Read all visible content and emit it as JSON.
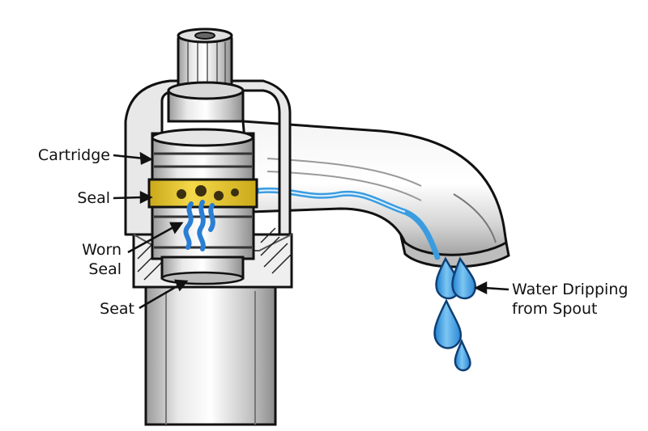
{
  "labels": {
    "cartridge": "Cartridge",
    "seal": "Seal",
    "worn_seal_line1": "Worn",
    "worn_seal_line2": "Seal",
    "seat": "Seat",
    "water_line1": "Water Dripping",
    "water_line2": "from Spout"
  },
  "colors": {
    "seal_yellow": "#f2d22e",
    "water_blue": "#3a9ce0",
    "metal_light": "#f1f1f1",
    "metal_mid": "#c9c9c9",
    "metal_dark": "#8a8a8a",
    "outline": "#111111"
  }
}
